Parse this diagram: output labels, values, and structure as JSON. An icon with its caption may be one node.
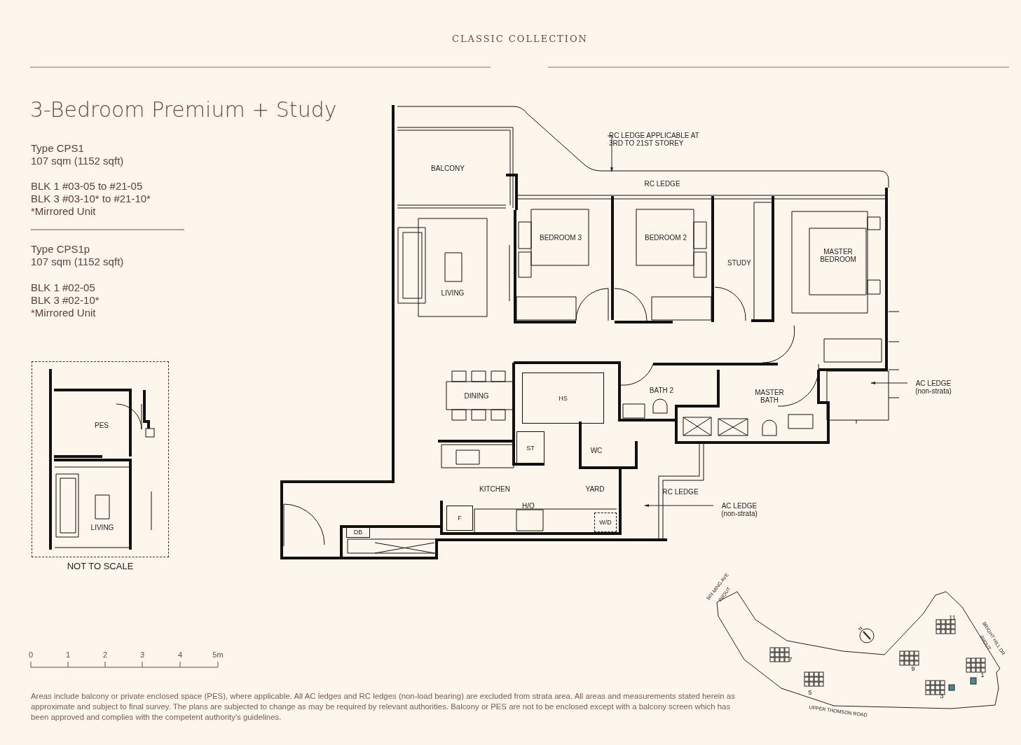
{
  "diagram": {
    "title": "3-Bedroom Premium + Study",
    "nodes": [
      {
        "text": [
          "RC LEDGE APPLICABLE AT 3RD TO 21ST STOREY"
        ]
      },
      {
        "text": [
          "AC LEDGE (non-strata)"
        ]
      },
      {
        "text": [
          "AC LEDGE (non-strata)"
        ]
      },
      {
        "text": [
          "HS"
        ]
      },
      {
        "text": [
          "ST"
        ]
      },
      {
        "text": [
          "F"
        ]
      },
      {
        "text": [
          "W/D"
        ]
      },
      {
        "text": [
          "DB"
        ]
      },
      {
        "text": [
          "PES",
          "LIVING"
        ],
        "beside": [
          "NOT TO SCALE"
        ]
      }
    ],
    "edges": [
      {
        "from": 0,
        "to": null,
        "arrow": "to"
      },
      {
        "from": 1,
        "to": null,
        "arrow": "to"
      },
      {
        "from": 2,
        "to": null,
        "arrow": "to"
      }
    ],
    "labels": [
      "CLASSIC COLLECTION",
      "Type CPS1",
      "107 sqm (1152 sqft)",
      "BLK 1 #03-05 to #21-05",
      "BLK 3 #03-10* to #21-10*",
      "*Mirrored Unit",
      "Type CPS1p",
      "107 sqm (1152 sqft)",
      "BLK 1 #02-05",
      "BLK 3 #02-10*",
      "*Mirrored Unit",
      "BALCONY",
      "RC LEDGE",
      "BEDROOM 3",
      "BEDROOM 2",
      "STUDY",
      "MASTER BEDROOM",
      "LIVING",
      "DINING",
      "BATH 2",
      "MASTER BATH",
      "WC",
      "KITCHEN",
      "YARD",
      "H/O",
      "RC LEDGE",
      "0",
      "1",
      "2",
      "3",
      "4",
      "5m",
      "SIN MING AVE",
      "IN/OUT",
      "BRIGHT HILL DR",
      "IN/OUT",
      "UPPER THOMSON ROAD",
      "11",
      "7",
      "9",
      "5",
      "3",
      "1",
      "N",
      "Areas include balcony or private enclosed space (PES), where applicable. All AC ledges and RC ledges (non-load bearing) are excluded from strata area. All areas and measurements stated herein as approximate and subject to final survey. The plans are subjected to change as may be required by relevant authorities. Balcony or PES are not to be enclosed except with a balcony screen which has been approved and complies with the competent authority's guidelines."
    ]
  }
}
